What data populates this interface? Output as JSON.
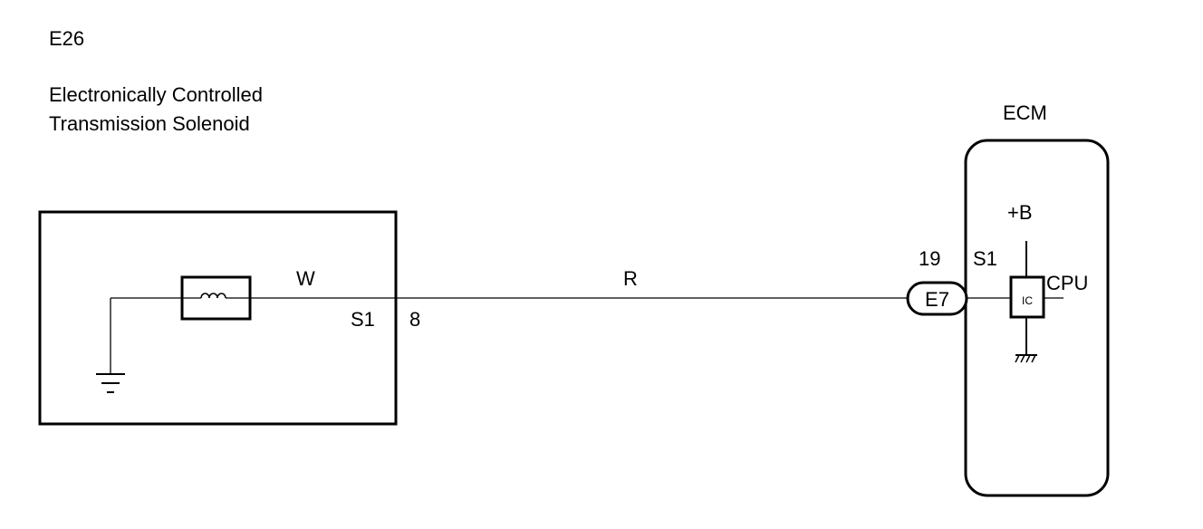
{
  "component": {
    "code": "E26",
    "name_line1": "Electronically Controlled",
    "name_line2": "Transmission Solenoid",
    "wire_color_internal": "W",
    "terminal_name": "S1",
    "terminal_pin": "8"
  },
  "harness": {
    "wire_color": "R"
  },
  "ecm": {
    "label": "ECM",
    "connector_code": "E7",
    "pin": "19",
    "terminal_name": "S1",
    "power_label": "+B",
    "ic_label": "IC",
    "cpu_label": "CPU"
  },
  "icons": {
    "solenoid": "coil-icon",
    "ground": "ground-icon",
    "chassis_ground": "chassis-ground-icon"
  },
  "colors": {
    "line": "#000000",
    "background": "#ffffff"
  }
}
